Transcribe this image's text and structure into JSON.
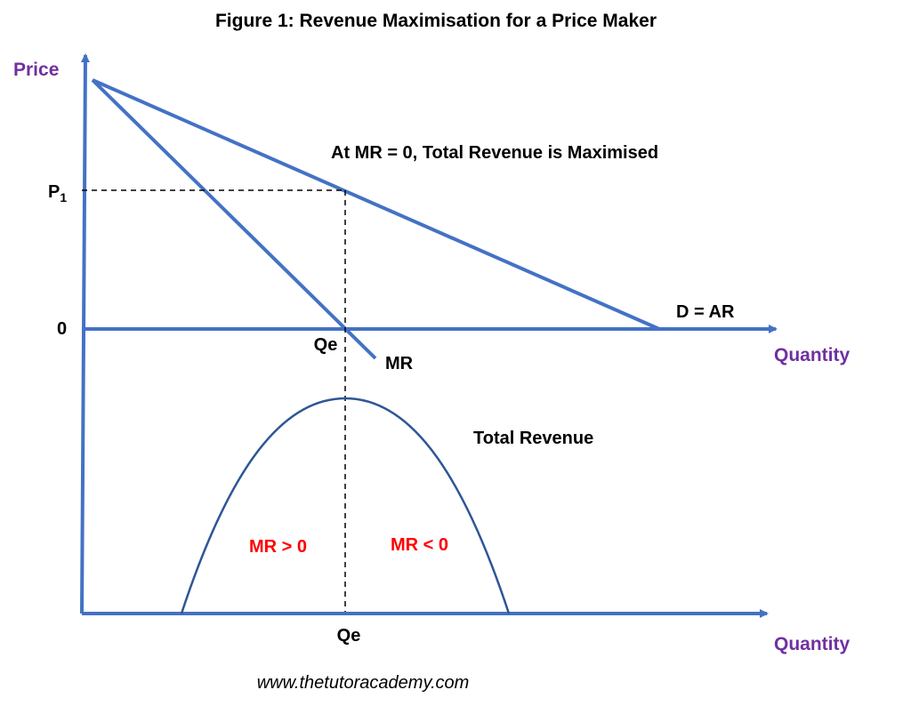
{
  "title": "Figure 1: Revenue Maximisation for a Price Maker",
  "annotation": "At MR = 0, Total Revenue is Maximised",
  "top_panel": {
    "y_axis_label": "Price",
    "x_axis_label": "Quantity",
    "origin_label": "0",
    "price_label_main": "P",
    "price_label_sub": "1",
    "quantity_label": "Qe",
    "demand_label": "D = AR",
    "mr_label": "MR"
  },
  "bottom_panel": {
    "x_axis_label": "Quantity",
    "quantity_label": "Qe",
    "curve_label": "Total Revenue",
    "left_region_label": "MR > 0",
    "right_region_label": "MR < 0"
  },
  "footer": "www.thetutoracademy.com",
  "colors": {
    "axis": "#4472C4",
    "curve": "#4472C4",
    "tr_curve": "#2F5597",
    "axis_label": "#7030A0",
    "region_label": "#FF0000",
    "text": "#000000"
  }
}
